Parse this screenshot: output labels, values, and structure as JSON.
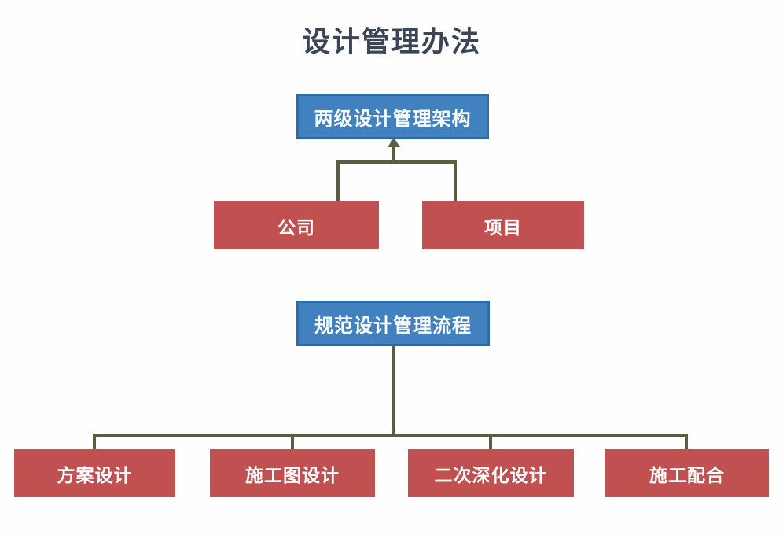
{
  "title": "设计管理办法",
  "colors": {
    "background": "#fefefe",
    "title_text": "#3a4556",
    "blue_fill": "#4181c0",
    "blue_border": "#2b6cab",
    "red_fill": "#c05150",
    "box_text": "#ffffff",
    "connector": "#5b5d41"
  },
  "architecture": {
    "root": {
      "label": "两级设计管理架构"
    },
    "children": [
      {
        "label": "公司"
      },
      {
        "label": "项目"
      }
    ]
  },
  "process": {
    "root": {
      "label": "规范设计管理流程"
    },
    "children": [
      {
        "label": "方案设计"
      },
      {
        "label": "施工图设计"
      },
      {
        "label": "二次深化设计"
      },
      {
        "label": "施工配合"
      }
    ]
  }
}
